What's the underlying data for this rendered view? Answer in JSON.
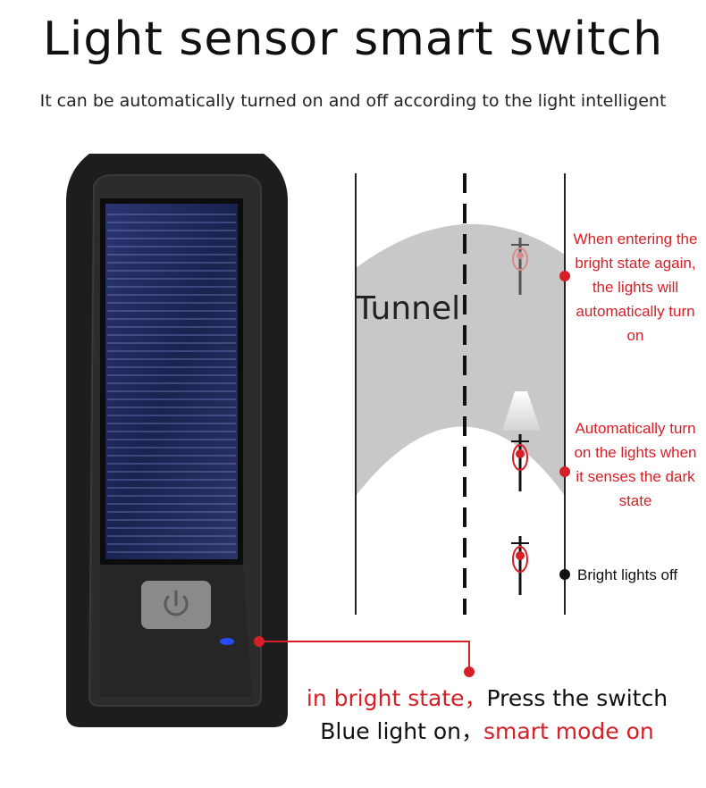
{
  "header": {
    "title": "Light sensor smart switch",
    "subtitle": "It can be automatically turned on and off according to the light intelligent"
  },
  "diagram": {
    "tunnel_label": "Tunnel",
    "notes": {
      "bright_again": "When entering the bright state again, the lights will automatically turn on",
      "dark_state": "Automatically turn on the lights when it senses the dark state",
      "lights_off": "Bright lights off"
    }
  },
  "caption": {
    "line1_red": "in bright state，",
    "line1_black": "Press the switch",
    "line2_black": "Blue light on，",
    "line2_red": "smart mode on"
  },
  "colors": {
    "accent_red": "#d61f26",
    "tunnel_gray": "#c8c8c8",
    "indicator_blue": "#2a4cff",
    "solar_blue": "#1f2a5e"
  }
}
